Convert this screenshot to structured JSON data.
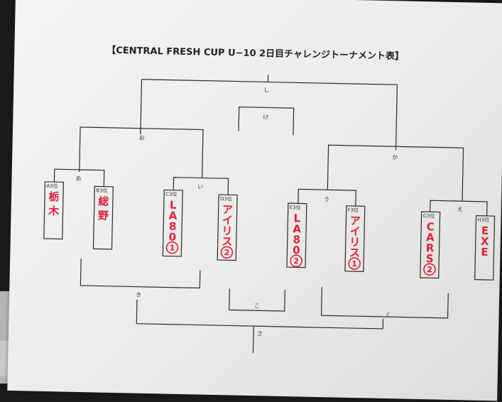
{
  "title": "【CENTRAL FRESH CUP U−10 2日目チャレンジトーナメント表】",
  "nodes": {
    "shi": "し",
    "ke": "け",
    "o": "お",
    "ka": "か",
    "a": "あ",
    "i": "い",
    "u": "う",
    "e": "え",
    "ki": "き",
    "ko": "こ",
    "ku": "く",
    "sa": "さ"
  },
  "teams": [
    {
      "tag": "A3位",
      "name": [
        "栃",
        "木"
      ]
    },
    {
      "tag": "B3位",
      "name": [
        "総",
        "野"
      ]
    },
    {
      "tag": "C3位",
      "name": [
        "L",
        "A",
        "8",
        "0"
      ],
      "seed": "1"
    },
    {
      "tag": "D3位",
      "name": [
        "ア",
        "イ",
        "リ",
        "ス"
      ],
      "seed": "2"
    },
    {
      "tag": "E3位",
      "name": [
        "L",
        "A",
        "8",
        "0"
      ],
      "seed": "2"
    },
    {
      "tag": "F3位",
      "name": [
        "ア",
        "イ",
        "リ",
        "ス"
      ],
      "seed": "1"
    },
    {
      "tag": "G3位",
      "name": [
        "C",
        "A",
        "R",
        "S"
      ],
      "seed": "2"
    },
    {
      "tag": "H3位",
      "name": [
        "E",
        "X",
        "E"
      ]
    }
  ]
}
